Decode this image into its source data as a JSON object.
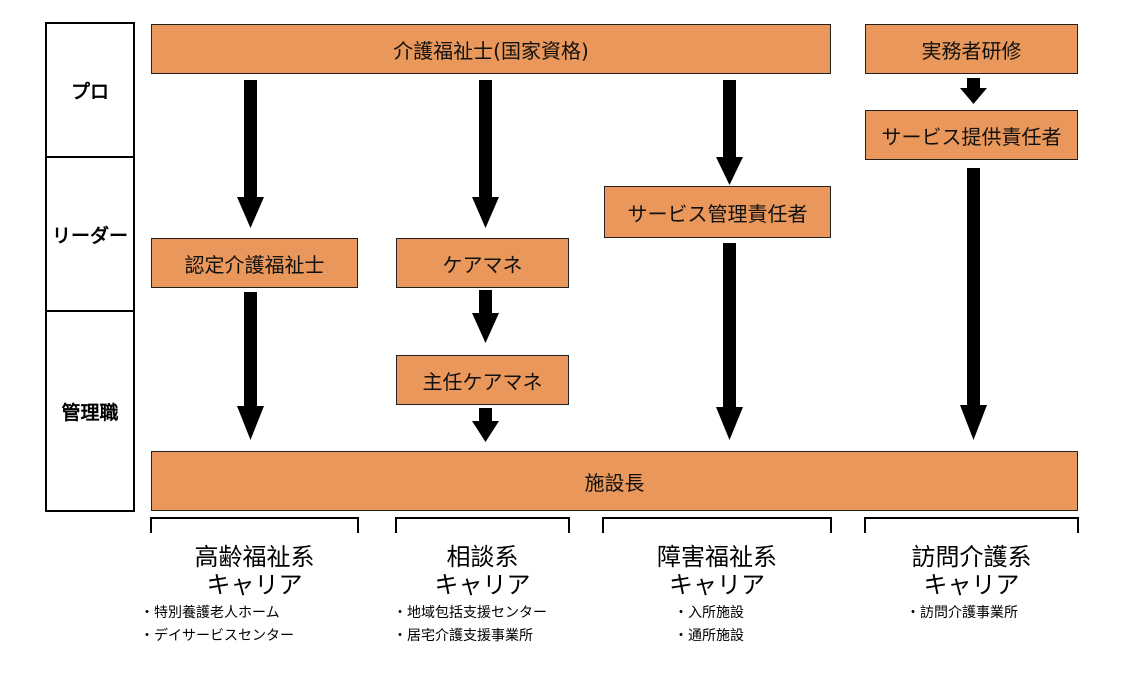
{
  "levels": [
    "プロ",
    "リーダー",
    "管理職"
  ],
  "boxes": {
    "care_worker": "介護福祉士(国家資格)",
    "practitioner_training": "実務者研修",
    "service_provision_manager": "サービス提供責任者",
    "service_management_manager": "サービス管理責任者",
    "certified_care_worker": "認定介護福祉士",
    "care_manager": "ケアマネ",
    "chief_care_manager": "主任ケアマネ",
    "facility_director": "施設長"
  },
  "careers": [
    {
      "title_line1": "高齢福祉系",
      "title_line2": "キャリア",
      "items": [
        "・特別養護老人ホーム",
        "・デイサービスセンター"
      ]
    },
    {
      "title_line1": "相談系",
      "title_line2": "キャリア",
      "items": [
        "・地域包括支援センター",
        "・居宅介護支援事業所"
      ]
    },
    {
      "title_line1": "障害福祉系",
      "title_line2": "キャリア",
      "items": [
        "・入所施設",
        "・通所施設"
      ]
    },
    {
      "title_line1": "訪問介護系",
      "title_line2": "キャリア",
      "items": [
        "・訪問介護事業所"
      ]
    }
  ]
}
